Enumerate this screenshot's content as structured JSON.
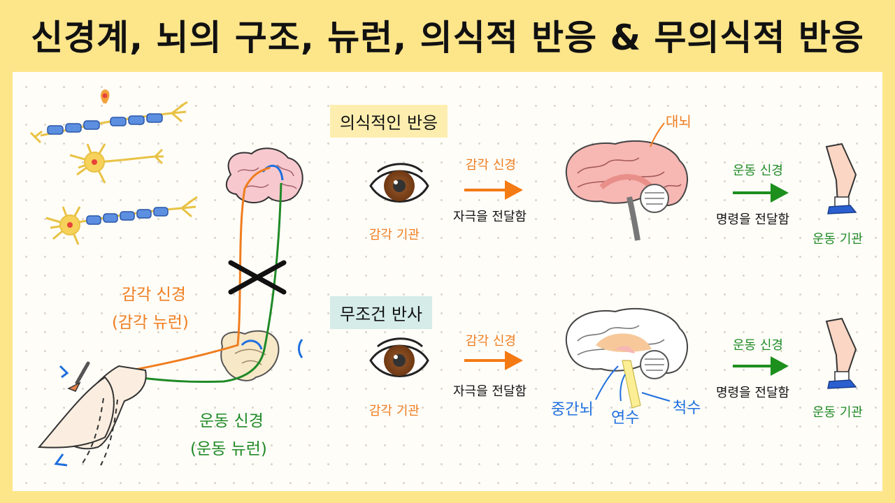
{
  "title": "신경계, 뇌의 구조, 뉴런, 의식적 반응 & 무의식적 반응",
  "left": {
    "sensory_nerve": "감각 신경",
    "sensory_neuron": "(감각 뉴런)",
    "motor_nerve": "운동 신경",
    "motor_neuron": "(운동 뉴런)"
  },
  "conscious": {
    "heading": "의식적인 반응",
    "sense_organ": "감각 기관",
    "sensory_nerve": "감각 신경",
    "stimulus_text": "자극을 전달함",
    "cerebrum": "대뇌",
    "motor_nerve": "운동 신경",
    "command_text": "명령을 전달함",
    "motor_organ": "운동 기관"
  },
  "reflex": {
    "heading": "무조건 반사",
    "sense_organ": "감각 기관",
    "sensory_nerve": "감각 신경",
    "stimulus_text": "자극을 전달함",
    "midbrain": "중간뇌",
    "medulla": "연수",
    "spinal_cord": "척수",
    "motor_nerve": "운동 신경",
    "command_text": "명령을 전달함",
    "motor_organ": "운동 기관"
  },
  "colors": {
    "sensory": "#ef7d1f",
    "motor": "#1f8a26",
    "highlight": "#1f6fde",
    "background": "#fde58a"
  }
}
